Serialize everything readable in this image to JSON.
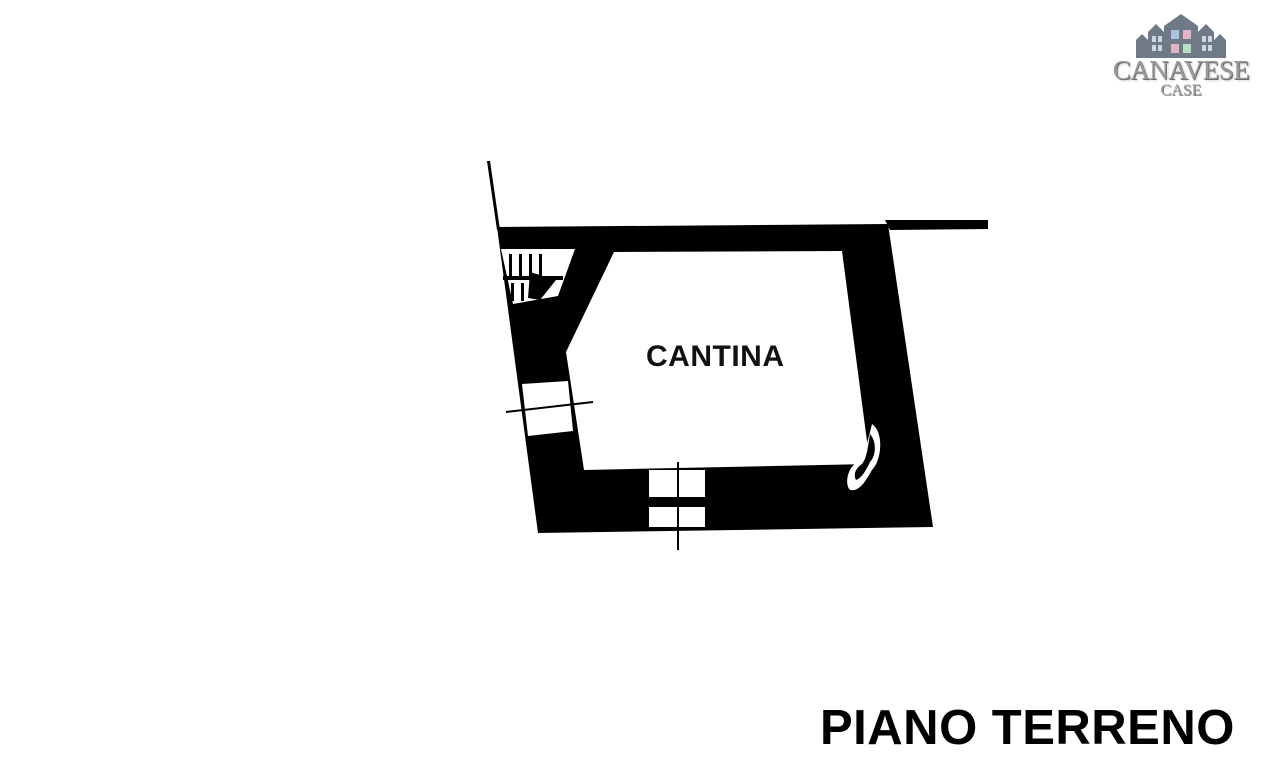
{
  "logo": {
    "brand": "CANAVESE",
    "sub": "CASE",
    "icon": "houses-icon",
    "colors": {
      "text": "#9a9a9a",
      "house": "#6f7a86",
      "window_a": "#a9c4e0",
      "window_b": "#e4b3c8",
      "window_c": "#b5dfc0"
    }
  },
  "floor_plan": {
    "rooms": [
      {
        "label": "CANTINA"
      }
    ],
    "elements": [
      "perimeter-walls",
      "staircase",
      "west-window",
      "south-door",
      "boiler-fixture"
    ],
    "wall_color": "#000000",
    "background": "#ffffff"
  },
  "floor_title": "PIANO TERRENO"
}
